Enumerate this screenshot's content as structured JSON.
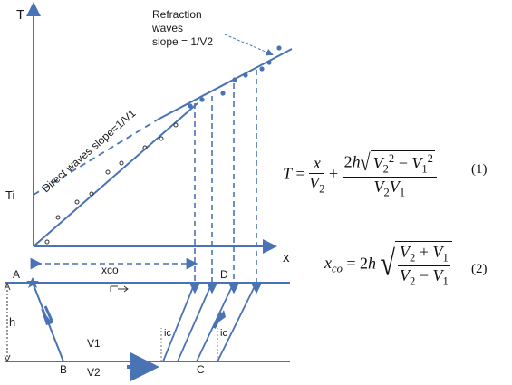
{
  "graph": {
    "y_axis_label": "T",
    "x_axis_label": "x",
    "intercept_label": "Ti",
    "crossover_label": "xco",
    "refraction_label_line1": "Refraction",
    "refraction_label_line2": "waves",
    "refraction_label_line3": "slope = 1/V2",
    "direct_label": "Direct waves  slope=1/V1"
  },
  "section": {
    "point_a": "A",
    "point_b": "B",
    "point_c": "C",
    "point_d": "D",
    "thickness_label": "h",
    "layer1_velocity": "V1",
    "layer2_velocity": "V2",
    "critical_angle_1": "ic",
    "critical_angle_2": "ic"
  },
  "equations": {
    "eq1_number": "(1)",
    "eq2_number": "(2)"
  },
  "colors": {
    "line_blue": "#4a73b5",
    "dot_blue": "#4a73b5",
    "text": "#1a1a1a"
  }
}
